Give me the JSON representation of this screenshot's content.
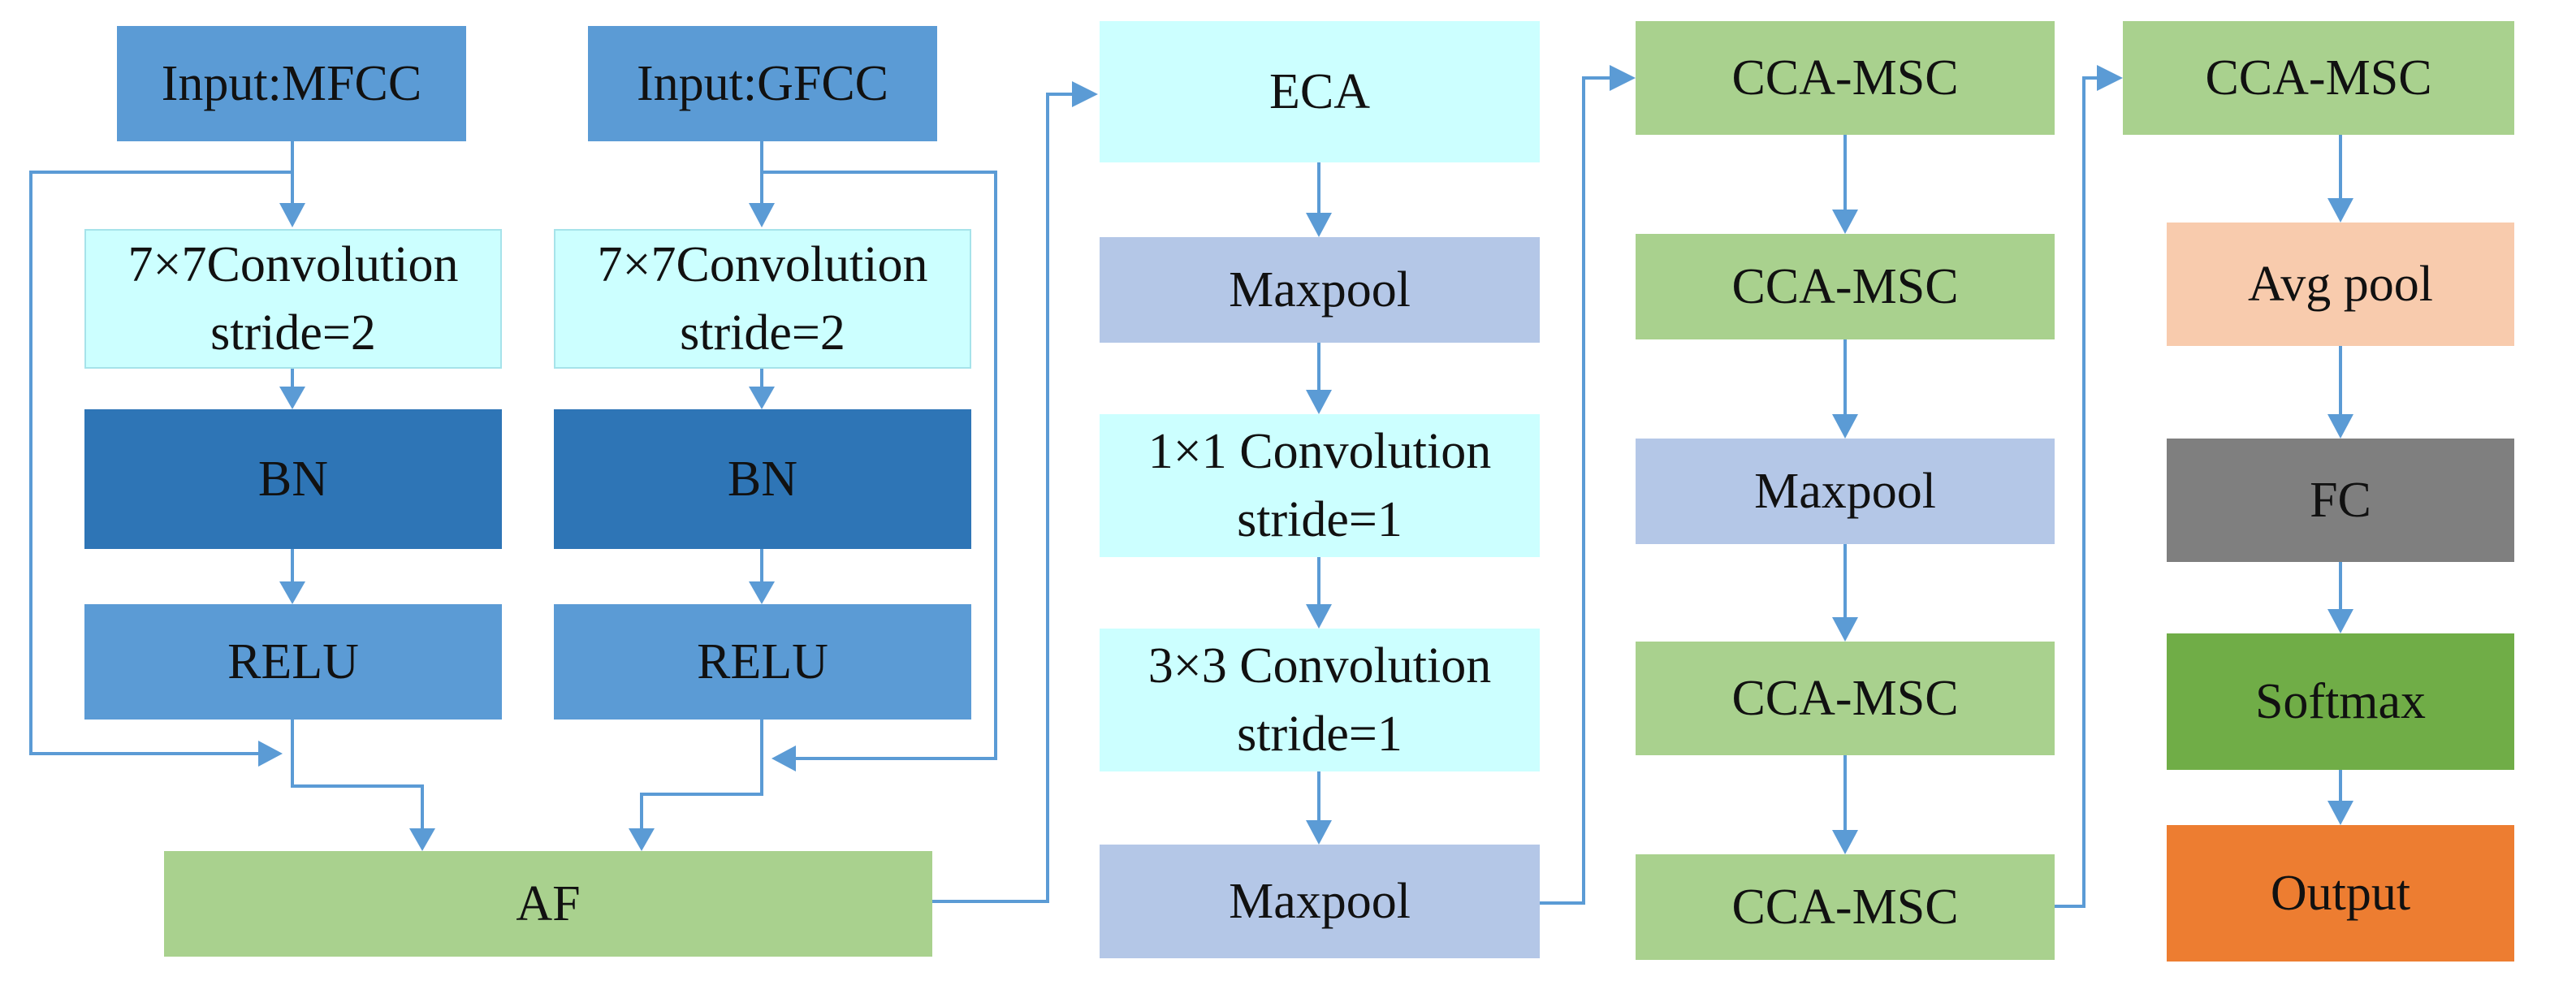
{
  "colors": {
    "input_blue": "#5b9bd5",
    "bn_blue": "#2e75b6",
    "conv_cyan": "#ccffff",
    "maxpool_lavender": "#b4c7e7",
    "green": "#a9d18e",
    "avgpool_peach": "#f8cbad",
    "fc_gray": "#7f7f7f",
    "softmax_green": "#70ad47",
    "output_orange": "#ed7d31",
    "arrow_blue": "#5b9bd5"
  },
  "mfcc_branch": {
    "input": "Input:MFCC",
    "conv": [
      "7×7Convolution",
      "stride=2"
    ],
    "bn": "BN",
    "relu": "RELU"
  },
  "gfcc_branch": {
    "input": "Input:GFCC",
    "conv": [
      "7×7Convolution",
      "stride=2"
    ],
    "bn": "BN",
    "relu": "RELU"
  },
  "af": "AF",
  "column2": {
    "eca": "ECA",
    "maxpool1": "Maxpool",
    "conv1x1": [
      "1×1 Convolution",
      "stride=1"
    ],
    "conv3x3": [
      "3×3 Convolution",
      "stride=1"
    ],
    "maxpool2": "Maxpool"
  },
  "column3": {
    "cca1": "CCA-MSC",
    "cca2": "CCA-MSC",
    "maxpool": "Maxpool",
    "cca3": "CCA-MSC",
    "cca4": "CCA-MSC"
  },
  "column4": {
    "cca": "CCA-MSC",
    "avgpool": "Avg pool",
    "fc": "FC",
    "softmax": "Softmax",
    "output": "Output"
  }
}
